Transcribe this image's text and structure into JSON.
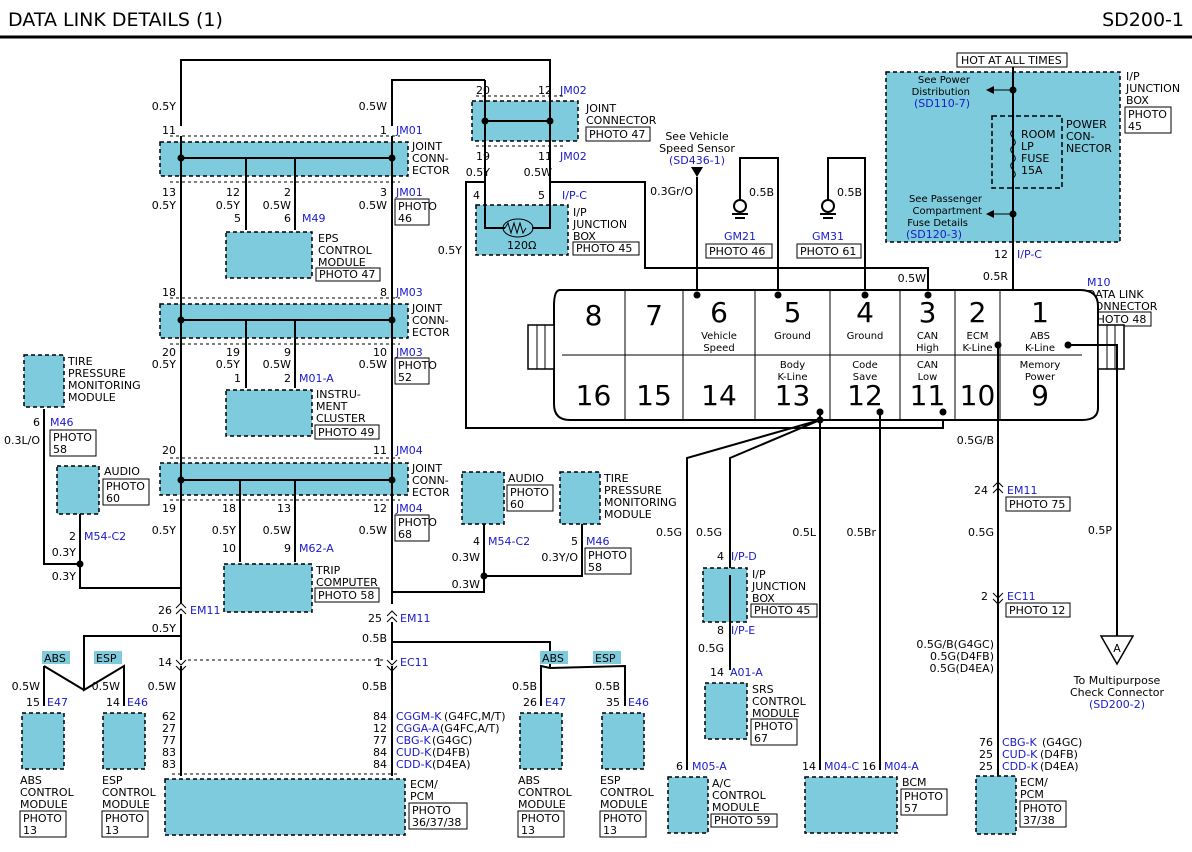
{
  "header": {
    "title": "DATA LINK DETAILS (1)",
    "code": "SD200-1"
  },
  "colors": {
    "module_fill": "#7ecbdd",
    "link_blue": "#1a1ac8",
    "wire": "#000000"
  },
  "hot": "HOT AT ALL TIMES",
  "ip_box": {
    "label": [
      "I/P",
      "JUNCTION",
      "BOX"
    ],
    "photo": [
      "PHOTO",
      "45"
    ],
    "power_see": [
      "See Power",
      "Distribution"
    ],
    "power_ref": "(SD110-7)",
    "pass_see": [
      "See Passenger",
      "Compartment",
      "Fuse Details"
    ],
    "pass_ref": "(SD120-3)",
    "fuse": [
      "ROOM",
      "LP",
      "FUSE",
      "15A"
    ],
    "power_conn": [
      "POWER",
      "CON-",
      "NECTOR"
    ],
    "pin": "12",
    "conn": "I/P-C",
    "wire": "0.5R"
  },
  "dlc": {
    "name": "M10",
    "label": [
      "DATA LINK",
      "CONNECTOR"
    ],
    "photo": "PHOTO 48",
    "top": [
      {
        "n": "8",
        "s": []
      },
      {
        "n": "7",
        "s": []
      },
      {
        "n": "6",
        "s": [
          "Vehicle",
          "Speed"
        ]
      },
      {
        "n": "5",
        "s": [
          "Ground"
        ]
      },
      {
        "n": "4",
        "s": [
          "Ground"
        ]
      },
      {
        "n": "3",
        "s": [
          "CAN",
          "High"
        ]
      },
      {
        "n": "2",
        "s": [
          "ECM",
          "K-Line"
        ]
      },
      {
        "n": "1",
        "s": [
          "ABS",
          "K-Line"
        ]
      }
    ],
    "bottom": [
      {
        "n": "16",
        "s": []
      },
      {
        "n": "15",
        "s": []
      },
      {
        "n": "14",
        "s": []
      },
      {
        "n": "13",
        "s": [
          "Body",
          "K-Line"
        ]
      },
      {
        "n": "12",
        "s": [
          "Code",
          "Save"
        ]
      },
      {
        "n": "11",
        "s": [
          "CAN",
          "Low"
        ]
      },
      {
        "n": "10",
        "s": []
      },
      {
        "n": "9",
        "s": [
          "Memory",
          "Power"
        ]
      }
    ]
  },
  "jm01": {
    "pins_top": [
      "11",
      "1"
    ],
    "wires_top": [
      "0.5Y",
      "0.5W"
    ],
    "name": "JM01",
    "label": [
      "JOINT",
      "CONN-",
      "ECTOR"
    ],
    "pins_bot": [
      "13",
      "12",
      "2",
      "3"
    ],
    "wires_bot": [
      "0.5Y",
      "0.5Y",
      "0.5W",
      "0.5W"
    ],
    "name2": "JM01",
    "photo": [
      "PHOTO",
      "46"
    ]
  },
  "jm02": {
    "pins_top": [
      "20",
      "12"
    ],
    "name": "JM02",
    "label": [
      "JOINT",
      "CONNECTOR"
    ],
    "photo": "PHOTO 47",
    "pins_bot": [
      "19",
      "11"
    ],
    "name2": "JM02",
    "wires": [
      "0.5Y",
      "0.5W"
    ]
  },
  "eps": {
    "pins": [
      "5",
      "6"
    ],
    "name": "M49",
    "label": [
      "EPS",
      "CONTROL",
      "MODULE"
    ],
    "photo": "PHOTO 47"
  },
  "ipc": {
    "pins": [
      "4",
      "5"
    ],
    "conn": "I/P-C",
    "label": [
      "I/P",
      "JUNCTION",
      "BOX"
    ],
    "photo": "PHOTO 45",
    "res": "120Ω",
    "wire_left": "0.5Y"
  },
  "vss": {
    "see": [
      "See Vehicle",
      "Speed Sensor"
    ],
    "ref": "(SD436-1)",
    "wire": "0.3Gr/O"
  },
  "gm21": {
    "name": "GM21",
    "photo": "PHOTO 46",
    "wire": "0.5B"
  },
  "gm31": {
    "name": "GM31",
    "photo": "PHOTO 61",
    "wire": "0.5B"
  },
  "can_wire": "0.5W",
  "jm03": {
    "pins_top": [
      "18",
      "8"
    ],
    "name": "JM03",
    "label": [
      "JOINT",
      "CONN-",
      "ECTOR"
    ],
    "pins_bot": [
      "20",
      "19",
      "9",
      "10"
    ],
    "wires_bot": [
      "0.5Y",
      "0.5Y",
      "0.5W",
      "0.5W"
    ],
    "name2": "JM03",
    "photo": [
      "PHOTO",
      "52"
    ]
  },
  "cluster": {
    "pins": [
      "1",
      "2"
    ],
    "name": "M01-A",
    "label": [
      "INSTRU-",
      "MENT",
      "CLUSTER"
    ],
    "photo": "PHOTO 49"
  },
  "tpms1": {
    "label": [
      "TIRE",
      "PRESSURE",
      "MONITORING",
      "MODULE"
    ],
    "pin": "6",
    "name": "M46",
    "photo": [
      "PHOTO",
      "58"
    ],
    "wire": "0.3L/O"
  },
  "audio1": {
    "label": "AUDIO",
    "photo": [
      "PHOTO",
      "60"
    ],
    "pin": "2",
    "name": "M54-C2",
    "wire": "0.3Y",
    "wire2": "0.3Y"
  },
  "jm04": {
    "pins_top": [
      "20",
      "11"
    ],
    "name": "JM04",
    "label": [
      "JOINT",
      "CONN-",
      "ECTOR"
    ],
    "pins_bot": [
      "19",
      "18",
      "13",
      "12"
    ],
    "wires_bot": [
      "0.5Y",
      "0.5Y",
      "0.5W",
      "0.5W"
    ],
    "name2": "JM04",
    "photo": [
      "PHOTO",
      "68"
    ]
  },
  "trip": {
    "pins": [
      "10",
      "9"
    ],
    "name": "M62-A",
    "label": [
      "TRIP",
      "COMPUTER"
    ],
    "photo": "PHOTO 58"
  },
  "audio2": {
    "label": "AUDIO",
    "photo": [
      "PHOTO",
      "60"
    ],
    "pin": "4",
    "name": "M54-C2",
    "wire": "0.3W"
  },
  "tpms2": {
    "label": [
      "TIRE",
      "PRESSURE",
      "MONITORING",
      "MODULE"
    ],
    "pin": "5",
    "name": "M46",
    "photo": [
      "PHOTO",
      "58"
    ],
    "wire": "0.3Y/O"
  },
  "mid_wire": "0.3W",
  "em11": {
    "pins": [
      "26",
      "25"
    ],
    "name": "EM11",
    "wires": [
      "0.5Y",
      "0.5B"
    ]
  },
  "ec11": {
    "pins": [
      "14",
      "1"
    ],
    "name": "EC11",
    "wires": [
      "0.5W",
      "0.5B"
    ]
  },
  "abs_tag": "ABS",
  "esp_tag": "ESP",
  "abs1": {
    "wire": "0.5W",
    "pin": "15",
    "name": "E47",
    "label": [
      "ABS",
      "CONTROL",
      "MODULE"
    ],
    "photo": [
      "PHOTO",
      "13"
    ]
  },
  "esp1": {
    "wire": "0.5W",
    "pin": "14",
    "name": "E46",
    "label": [
      "ESP",
      "CONTROL",
      "MODULE"
    ],
    "photo": [
      "PHOTO",
      "13"
    ]
  },
  "abs2": {
    "wire": "0.5B",
    "pin": "26",
    "name": "E47",
    "label": [
      "ABS",
      "CONTROL",
      "MODULE"
    ],
    "photo": [
      "PHOTO",
      "13"
    ]
  },
  "esp2": {
    "wire": "0.5B",
    "pin": "35",
    "name": "E46",
    "label": [
      "ESP",
      "CONTROL",
      "MODULE"
    ],
    "photo": [
      "PHOTO",
      "13"
    ]
  },
  "ecm1": {
    "pins_left": [
      "62",
      "27",
      "77",
      "83",
      "83"
    ],
    "rows": [
      {
        "pin": "84",
        "code": "CGGM-K",
        "eng": "(G4FC,M/T)"
      },
      {
        "pin": "12",
        "code": "CGGA-A",
        "eng": "(G4FC,A/T)"
      },
      {
        "pin": "77",
        "code": "CBG-K",
        "eng": "(G4GC)"
      },
      {
        "pin": "84",
        "code": "CUD-K",
        "eng": "(D4FB)"
      },
      {
        "pin": "84",
        "code": "CDD-K",
        "eng": "(D4EA)"
      }
    ],
    "label": [
      "ECM/",
      "PCM"
    ],
    "photo": [
      "PHOTO",
      "36/37/38"
    ]
  },
  "body": {
    "wires": [
      "0.5G",
      "0.5G",
      "0.5L",
      "0.5Br"
    ]
  },
  "ipd": {
    "pin_top": "4",
    "conn_top": "I/P-D",
    "label": [
      "I/P",
      "JUNCTION",
      "BOX"
    ],
    "photo": "PHOTO 45",
    "pin_bot": "8",
    "conn_bot": "I/P-E",
    "wire": "0.5G"
  },
  "srs": {
    "pin": "14",
    "name": "A01-A",
    "label": [
      "SRS",
      "CONTROL",
      "MODULE"
    ],
    "photo": [
      "PHOTO",
      "67"
    ]
  },
  "ac": {
    "pin": "6",
    "name": "M05-A",
    "label": [
      "A/C",
      "CONTROL",
      "MODULE"
    ],
    "photo": "PHOTO 59"
  },
  "bcm": {
    "pins": [
      "14",
      "16"
    ],
    "names": [
      "M04-C",
      "M04-A"
    ],
    "label": "BCM",
    "photo": [
      "PHOTO",
      "57"
    ]
  },
  "ecm_line": {
    "wire": "0.5G/B",
    "em11_pin": "24",
    "em11": "EM11",
    "em11_photo": "PHOTO 75",
    "wire2": "0.5G",
    "ec11_pin": "2",
    "ec11": "EC11",
    "ec11_photo": "PHOTO 12",
    "variants": [
      "0.5G/B(G4GC)",
      "0.5G(D4FB)",
      "0.5G(D4EA)"
    ]
  },
  "ecm2": {
    "rows": [
      {
        "pin": "76",
        "code": "CBG-K",
        "eng": "(G4GC)"
      },
      {
        "pin": "25",
        "code": "CUD-K",
        "eng": "(D4FB)"
      },
      {
        "pin": "25",
        "code": "CDD-K",
        "eng": "(D4EA)"
      }
    ],
    "label": [
      "ECM/",
      "PCM"
    ],
    "photo": [
      "PHOTO",
      "37/38"
    ]
  },
  "multi": {
    "wire": "0.5P",
    "letter": "A",
    "text": [
      "To Multipurpose",
      "Check Connector"
    ],
    "ref": "(SD200-2)"
  }
}
